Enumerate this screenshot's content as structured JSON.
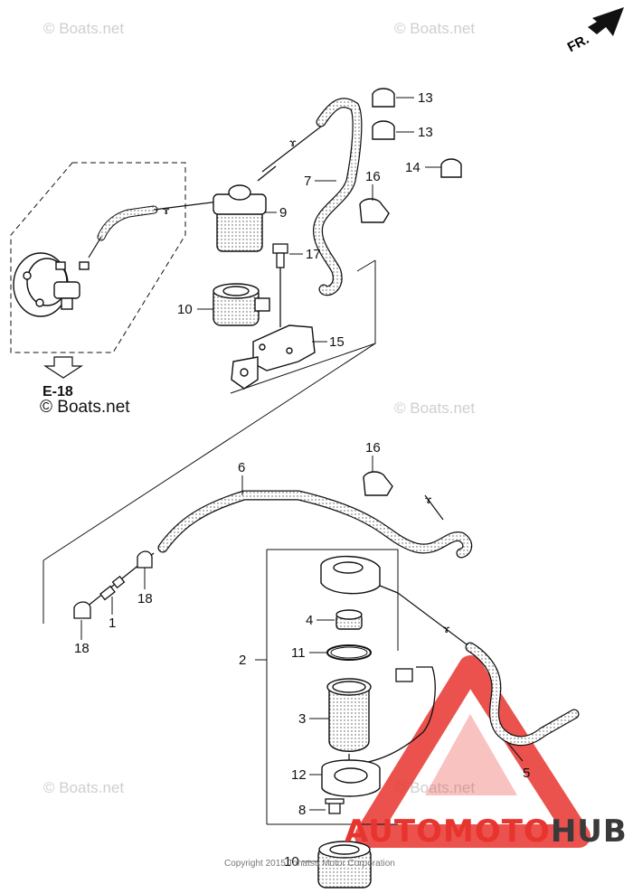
{
  "watermark": {
    "text": "© Boats.net"
  },
  "reference": {
    "label": "E-18",
    "copyright": "© Boats.net"
  },
  "direction": {
    "label": "FR."
  },
  "footer": {
    "copyright": "Copyright 2015 Tohatsu Motor Corporation"
  },
  "brand": {
    "part1": "AUTOMOTO",
    "part2": "HUB",
    "accent": "#e8342f",
    "dark": "#3a3a3a"
  },
  "callouts": {
    "c13a": "13",
    "c13b": "13",
    "c14": "14",
    "c7": "7",
    "c16a": "16",
    "c9": "9",
    "c17": "17",
    "c10a": "10",
    "c15": "15",
    "c16b": "16",
    "c6": "6",
    "c18a": "18",
    "c1": "1",
    "c18b": "18",
    "c4": "4",
    "c2": "2",
    "c11": "11",
    "c3": "3",
    "c12": "12",
    "c8": "8",
    "c10b": "10",
    "c5": "5"
  }
}
